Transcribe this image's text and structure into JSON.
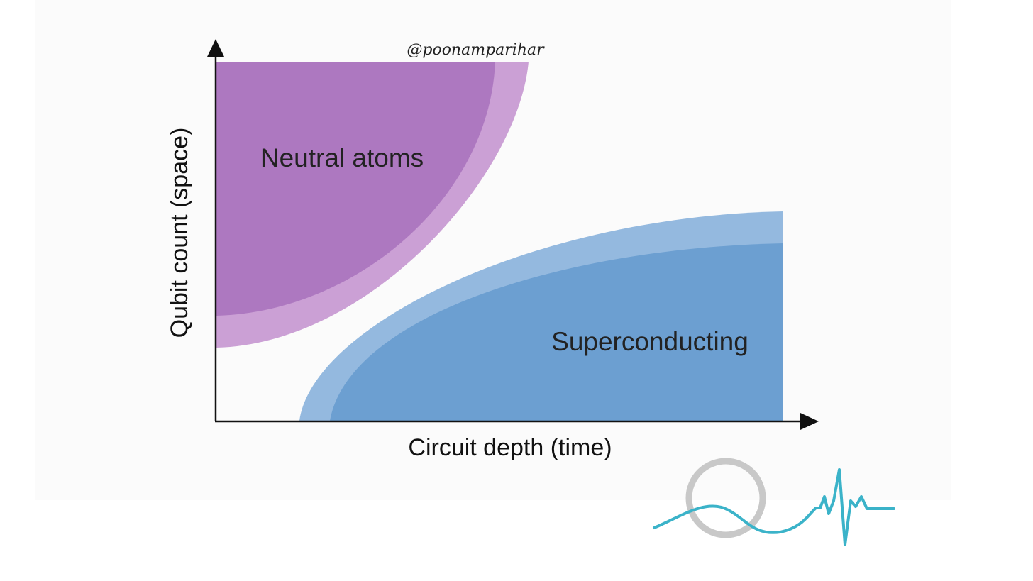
{
  "watermark": "@poonamparihar",
  "regions": [
    {
      "label": "Neutral atoms",
      "color_light": "#cba0d5",
      "color_dark": "#ad78c0"
    },
    {
      "label": "Superconducting",
      "color_light": "#94b9df",
      "color_dark": "#6c9fd1"
    }
  ],
  "axes": {
    "x_label": "Circuit depth (time)",
    "y_label": "Qubit count (space)"
  },
  "logo": {
    "ring_color": "#c8c8c8",
    "wave_color": "#3bb3c9"
  }
}
